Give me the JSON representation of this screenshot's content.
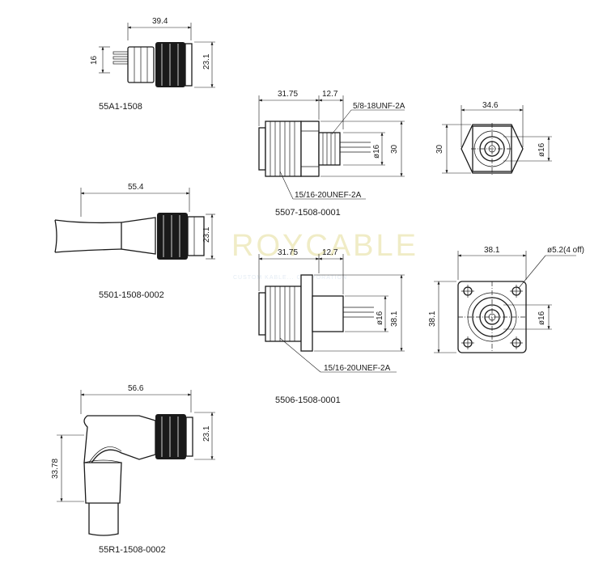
{
  "watermark": {
    "brand": "ROYCABLE",
    "tagline": "CUSTOM KABLE... CORPORATION"
  },
  "parts": [
    {
      "part_number": "55A1-1508",
      "dimensions": [
        "39.4",
        "16",
        "23.1"
      ]
    },
    {
      "part_number": "5501-1508-0002",
      "dimensions": [
        "55.4",
        "23.1"
      ]
    },
    {
      "part_number": "55R1-1508-0002",
      "dimensions": [
        "56.6",
        "23.1",
        "33.78"
      ]
    },
    {
      "part_number": "5507-1508-0001",
      "dimensions": [
        "31.75",
        "12.7",
        "ø16",
        "30",
        "34.6",
        "30",
        "ø16"
      ],
      "thread_callouts": [
        "5/8-18UNF-2A",
        "15/16-20UNEF-2A"
      ]
    },
    {
      "part_number": "5506-1508-0001",
      "dimensions": [
        "31.75",
        "12.7",
        "ø16",
        "38.1",
        "38.1",
        "38.1",
        "ø16"
      ],
      "thread_callouts": [
        "15/16-20UNEF-2A"
      ],
      "hole_callout": "ø5.2(4 off)"
    }
  ]
}
